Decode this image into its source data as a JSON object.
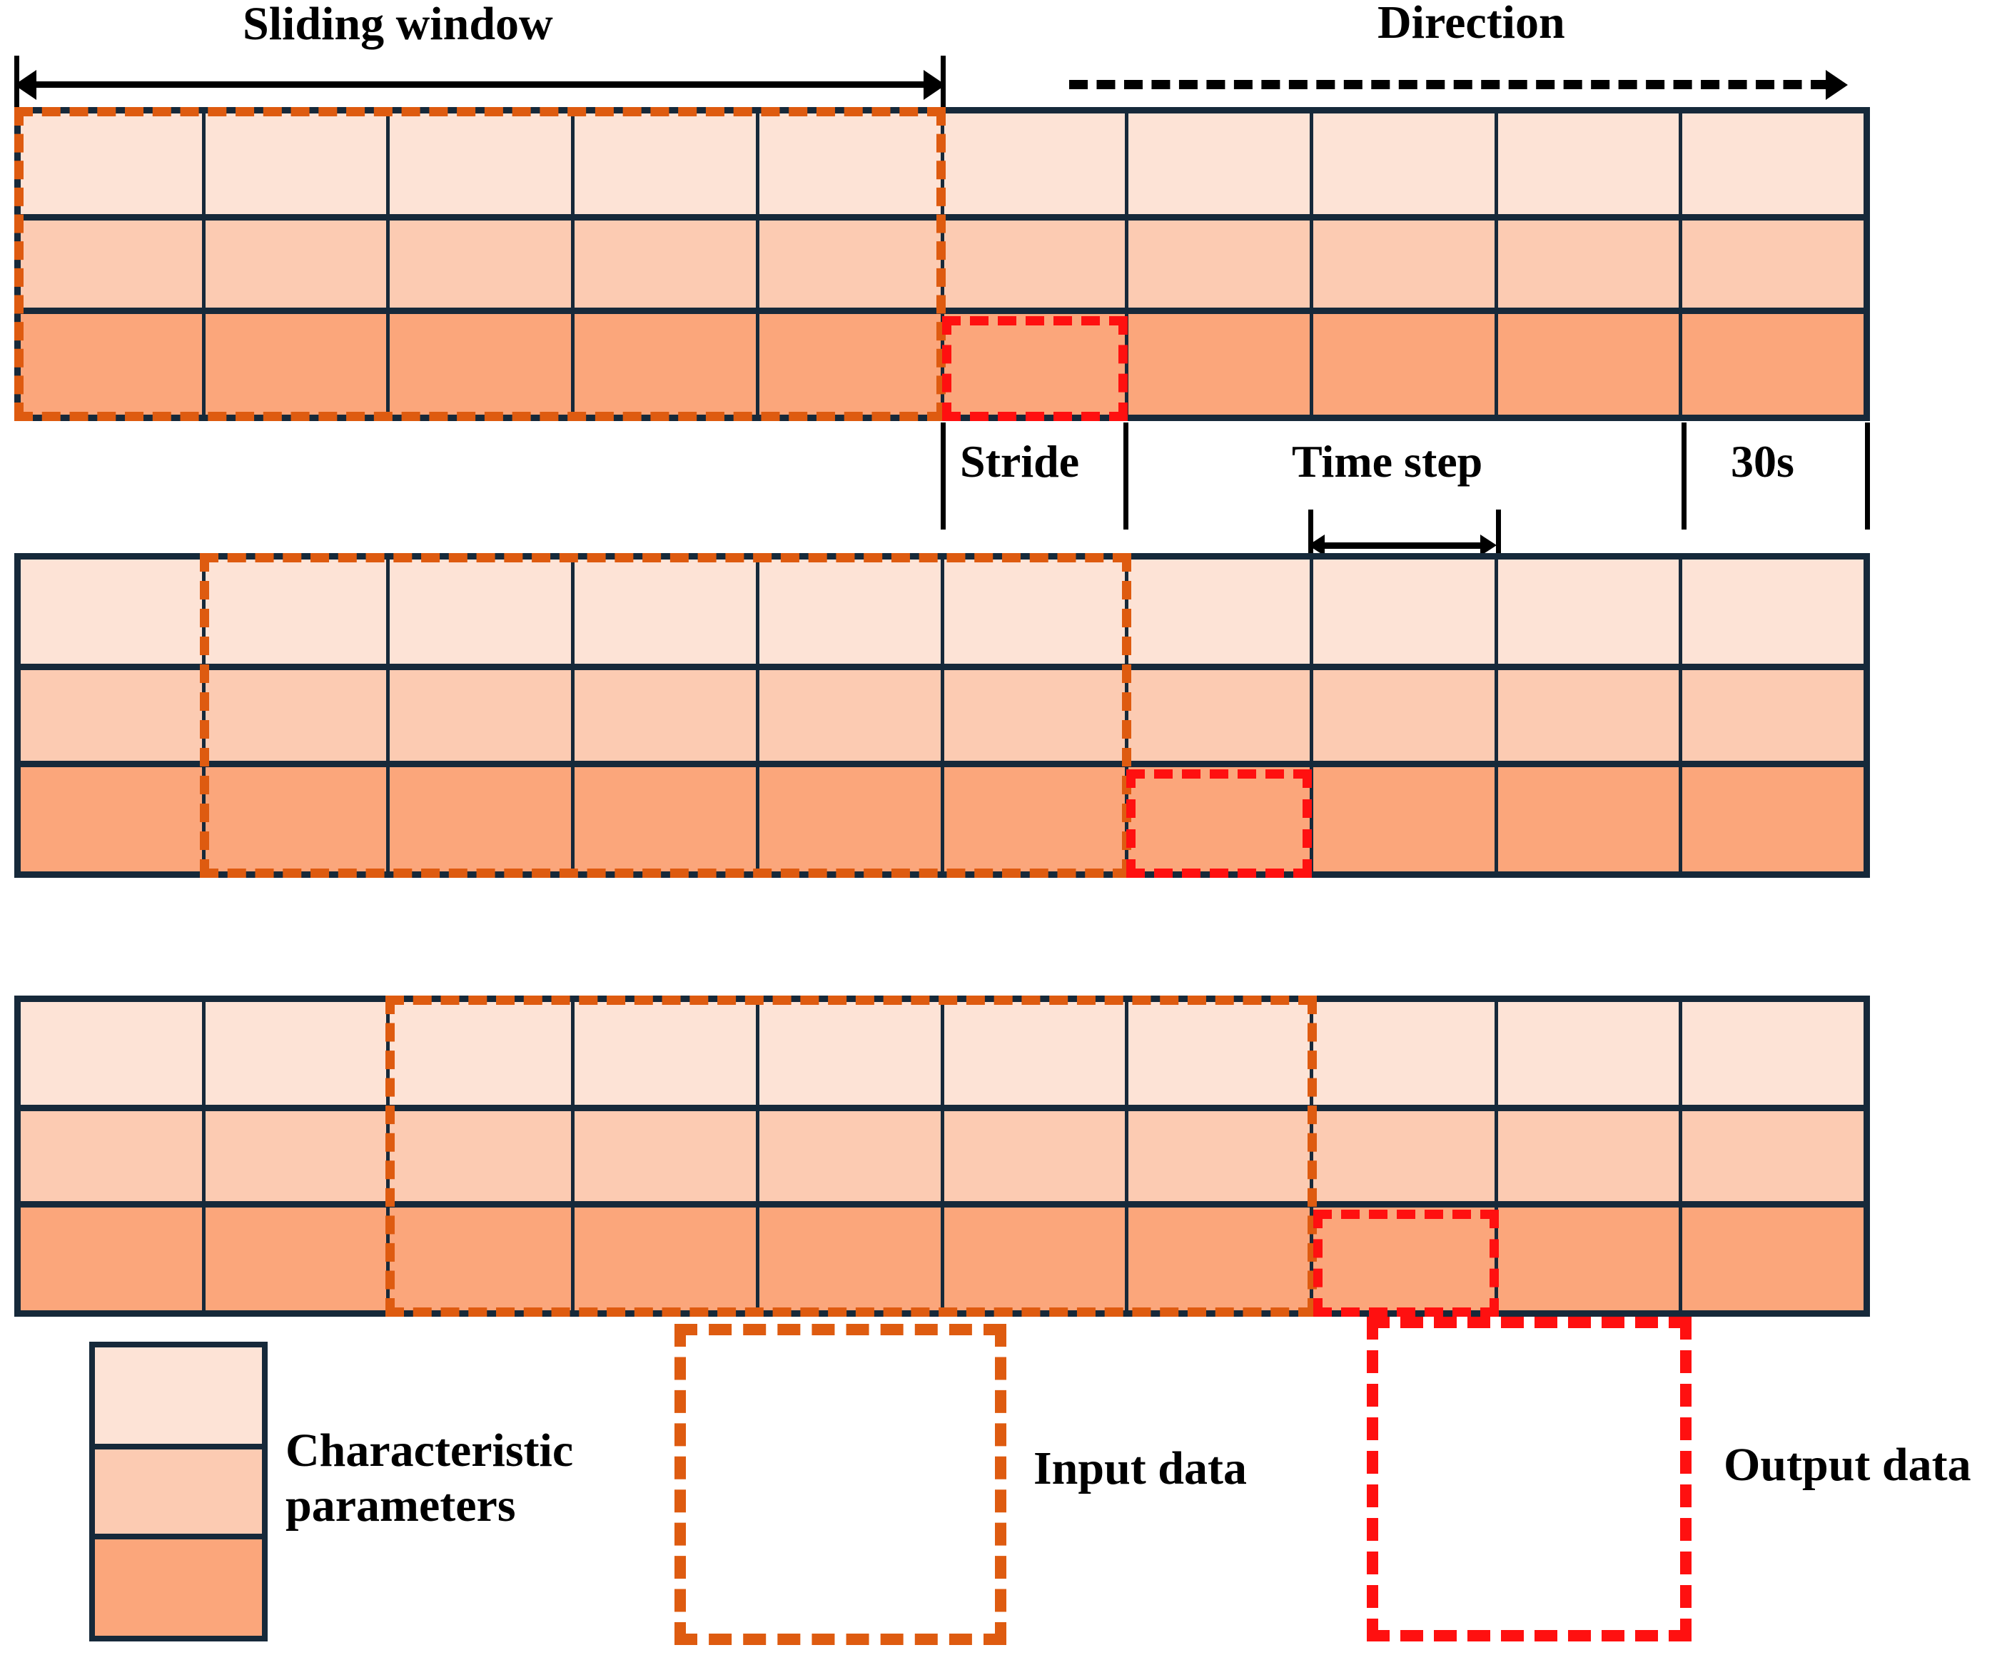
{
  "diagram": {
    "title": "Sliding window time-series sampling",
    "labels": {
      "sliding_window": "Sliding window",
      "direction": "Direction",
      "stride": "Stride",
      "time_step": "Time step",
      "duration": "30s"
    },
    "colors": {
      "row1": "#FDE3D6",
      "row2": "#FCCBB2",
      "row3": "#FBA67B",
      "cell_border": "#16293A",
      "input_dash": "#DE5B10",
      "output_dash": "#FF1010",
      "axis": "#000000"
    },
    "grid": {
      "columns": 10,
      "rows": 3,
      "row_names": [
        "characteristic-parameter-1",
        "characteristic-parameter-2",
        "characteristic-parameter-3"
      ]
    },
    "panels": [
      {
        "name": "panel-1",
        "window_start_col": 0,
        "window_span": 5,
        "output_row": 3,
        "output_col": 5
      },
      {
        "name": "panel-2",
        "window_start_col": 1,
        "window_span": 5,
        "output_row": 3,
        "output_col": 6
      },
      {
        "name": "panel-3",
        "window_start_col": 2,
        "window_span": 5,
        "output_row": 3,
        "output_col": 7
      }
    ],
    "legend": {
      "characteristic": "Characteristic parameters",
      "characteristic_line1": "Characteristic",
      "characteristic_line2": "parameters",
      "input": "Input data",
      "output": "Output data"
    }
  }
}
